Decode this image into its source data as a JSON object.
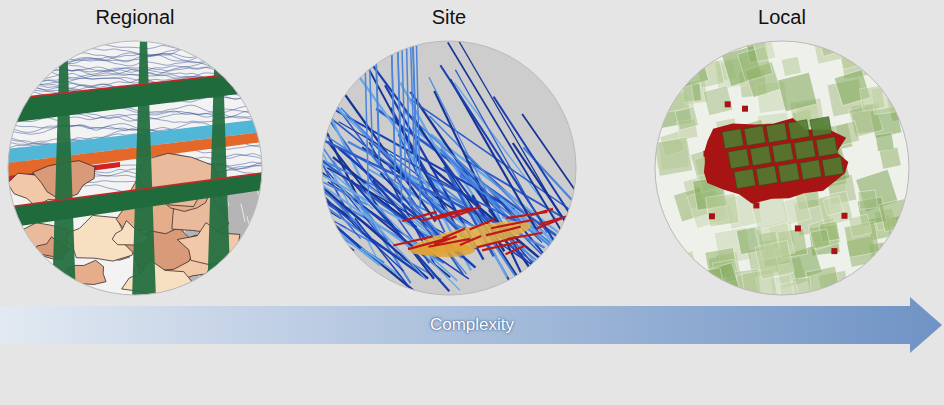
{
  "diagram": {
    "nodes": [
      {
        "text": [
          "Regional"
        ]
      },
      {
        "text": [
          "Site"
        ]
      },
      {
        "text": [
          "Local"
        ]
      },
      {
        "text": [
          "Complexity"
        ]
      }
    ]
  }
}
